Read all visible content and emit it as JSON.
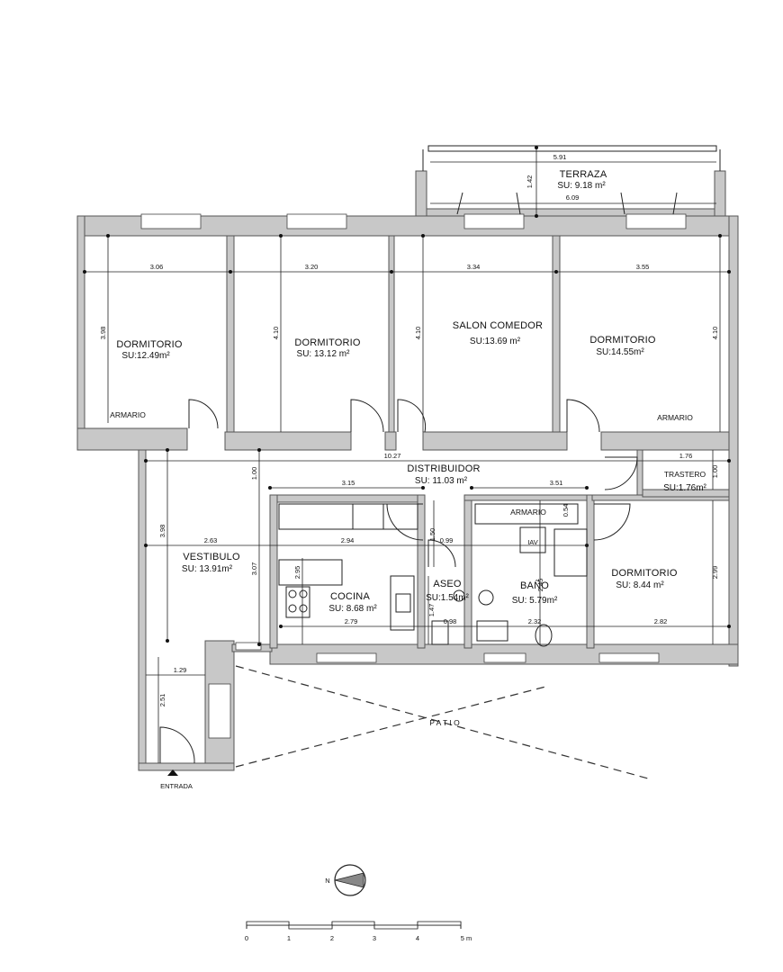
{
  "rooms": {
    "terraza": {
      "name": "TERRAZA",
      "area": "SU: 9.18 m²"
    },
    "dormitorio1": {
      "name": "DORMITORIO",
      "area": "SU:12.49m²"
    },
    "dormitorio2": {
      "name": "DORMITORIO",
      "area": "SU: 13.12 m²"
    },
    "salon": {
      "name": "SALON COMEDOR",
      "area": "SU:13.69 m²"
    },
    "dormitorio3": {
      "name": "DORMITORIO",
      "area": "SU:14.55m²"
    },
    "distribuidor": {
      "name": "DISTRIBUIDOR",
      "area": "SU: 11.03 m²"
    },
    "trastero": {
      "name": "TRASTERO",
      "area": "SU:1.76m²"
    },
    "vestibulo": {
      "name": "VESTIBULO",
      "area": "SU: 13.91m²"
    },
    "cocina": {
      "name": "COCINA",
      "area": "SU: 8.68 m²"
    },
    "aseo": {
      "name": "ASEO",
      "area": "SU:1.54m²"
    },
    "bano": {
      "name": "BAÑO",
      "area": "SU: 5.79m²"
    },
    "dormitorio4": {
      "name": "DORMITORIO",
      "area": "SU: 8.44 m²"
    }
  },
  "labels": {
    "armario_left": "ARMARIO",
    "armario_right": "ARMARIO",
    "armario_center": "ARMARIO",
    "iav": "IAV",
    "patio": "P A T I O",
    "entrada": "ENTRADA",
    "north": "N"
  },
  "dimensions": {
    "t_591": "5.91",
    "t_142": "1.42",
    "t_609": "6.09",
    "d_306": "3.06",
    "d_320": "3.20",
    "d_334": "3.34",
    "d_355": "3.55",
    "v_398a": "3.98",
    "v_410a": "4.10",
    "v_410b": "4.10",
    "v_410c": "4.10",
    "d_1027": "10.27",
    "d_176": "1.76",
    "v_100a": "1.00",
    "v_100b": "1.00",
    "d_315": "3.15",
    "d_351": "3.51",
    "v_054": "0.54",
    "v_398b": "3.98",
    "d_263": "2.63",
    "d_294": "2.94",
    "v_150": "1.50",
    "d_099": "0.99",
    "v_307": "3.07",
    "v_295": "2.95",
    "v_245": "2.45",
    "v_299": "2.99",
    "v_147": "1.47",
    "d_279": "2.79",
    "d_098": "0.98",
    "d_232": "2.32",
    "d_282": "2.82",
    "d_129": "1.29",
    "v_251": "2.51"
  },
  "scale": {
    "s0": "0",
    "s1": "1",
    "s2": "2",
    "s3": "3",
    "s4": "4",
    "s5": "5 m"
  }
}
